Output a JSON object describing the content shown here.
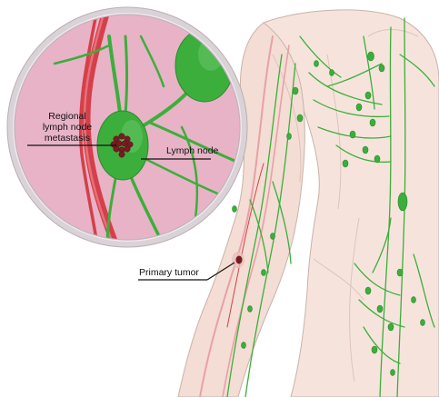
{
  "labels": {
    "regional_line1": "Regional",
    "regional_line2": "lymph node",
    "regional_line3": "metastasis",
    "lymph_node": "Lymph node",
    "primary_tumor": "Primary tumor"
  },
  "colors": {
    "skin": "#f6e4dc",
    "skin_outline": "#c9b2a8",
    "lymph": "#3cae3c",
    "lymph_dark": "#2a8a2a",
    "vessel_red": "#d4404a",
    "vessel_pink": "#e9a0a6",
    "magnifier_bg": "#e8b3c6",
    "magnifier_ring": "#c9c2c6",
    "tumor": "#7a1a22"
  }
}
